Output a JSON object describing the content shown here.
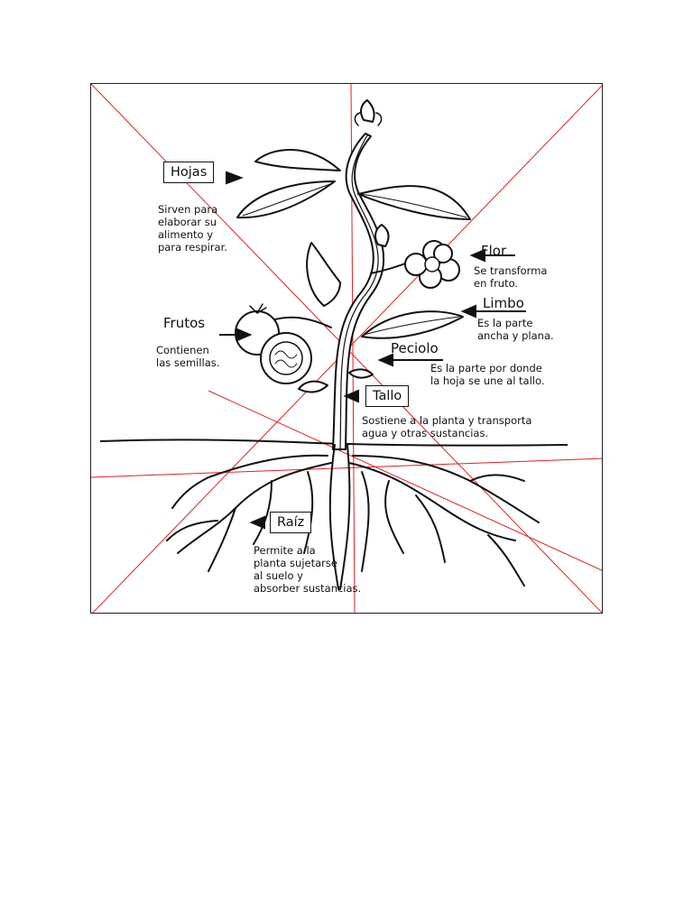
{
  "labels": {
    "hojas": {
      "title": "Hojas",
      "desc": "Sirven para\nelaborar su\nalimento y\npara respirar."
    },
    "flor": {
      "title": "Flor",
      "desc": "Se transforma\nen fruto."
    },
    "limbo": {
      "title": "Limbo",
      "desc": "Es la parte\nancha y plana."
    },
    "frutos": {
      "title": "Frutos",
      "desc": "Contienen\nlas semillas."
    },
    "peciolo": {
      "title": "Peciolo",
      "desc": "Es la parte por donde\nla hoja se une al tallo."
    },
    "tallo": {
      "title": "Tallo",
      "desc": "Sostiene a la planta y transporta\nagua y otras sustancias."
    },
    "raiz": {
      "title": "Raíz",
      "desc": "Permite a la\nplanta sujetarse\nal suelo y\nabsorber sustancias."
    }
  },
  "colors": {
    "ink": "#111111",
    "guide": "#e02020",
    "paper": "#ffffff"
  }
}
